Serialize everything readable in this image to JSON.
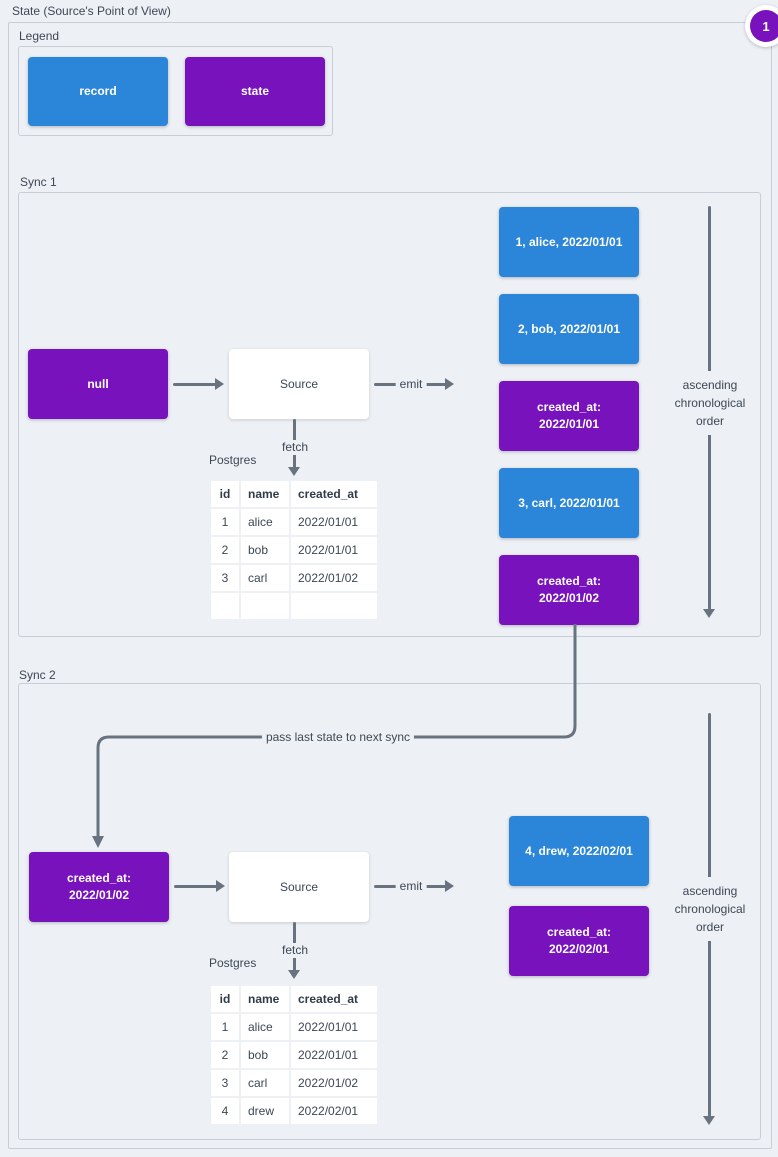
{
  "title": "State (Source's Point of View)",
  "annotation_badge": "1",
  "colors": {
    "record": "#2b86d9",
    "state": "#7712bc",
    "arrow": "#68737f",
    "background": "#edf0f4",
    "frame_border": "#c7ced8"
  },
  "legend": {
    "label": "Legend",
    "items": [
      {
        "label": "record",
        "type": "record"
      },
      {
        "label": "state",
        "type": "state"
      }
    ]
  },
  "pass_label": "pass last state to next sync",
  "sync1": {
    "label": "Sync 1",
    "input_state": {
      "lines": [
        "null"
      ]
    },
    "source_label": "Source",
    "emit_label": "emit",
    "fetch_label": "fetch",
    "db_label": "Postgres",
    "table": {
      "headers": [
        "id",
        "name",
        "created_at"
      ],
      "rows": [
        [
          "1",
          "alice",
          "2022/01/01"
        ],
        [
          "2",
          "bob",
          "2022/01/01"
        ],
        [
          "3",
          "carl",
          "2022/01/02"
        ],
        [
          "",
          "",
          ""
        ]
      ]
    },
    "stream": [
      {
        "type": "record",
        "lines": [
          "1, alice, 2022/01/01"
        ]
      },
      {
        "type": "record",
        "lines": [
          "2, bob, 2022/01/01"
        ]
      },
      {
        "type": "state",
        "lines": [
          "created_at:",
          "2022/01/01"
        ]
      },
      {
        "type": "record",
        "lines": [
          "3, carl, 2022/01/01"
        ]
      },
      {
        "type": "state",
        "lines": [
          "created_at:",
          "2022/01/02"
        ]
      }
    ],
    "order_note": [
      "ascending",
      "chronological",
      "order"
    ]
  },
  "sync2": {
    "label": "Sync 2",
    "input_state": {
      "lines": [
        "created_at:",
        "2022/01/02"
      ]
    },
    "source_label": "Source",
    "emit_label": "emit",
    "fetch_label": "fetch",
    "db_label": "Postgres",
    "table": {
      "headers": [
        "id",
        "name",
        "created_at"
      ],
      "rows": [
        [
          "1",
          "alice",
          "2022/01/01"
        ],
        [
          "2",
          "bob",
          "2022/01/01"
        ],
        [
          "3",
          "carl",
          "2022/01/02"
        ],
        [
          "4",
          "drew",
          "2022/02/01"
        ]
      ]
    },
    "stream": [
      {
        "type": "record",
        "lines": [
          "4, drew, 2022/02/01"
        ]
      },
      {
        "type": "state",
        "lines": [
          "created_at:",
          "2022/02/01"
        ]
      }
    ],
    "order_note": [
      "ascending",
      "chronological",
      "order"
    ]
  }
}
